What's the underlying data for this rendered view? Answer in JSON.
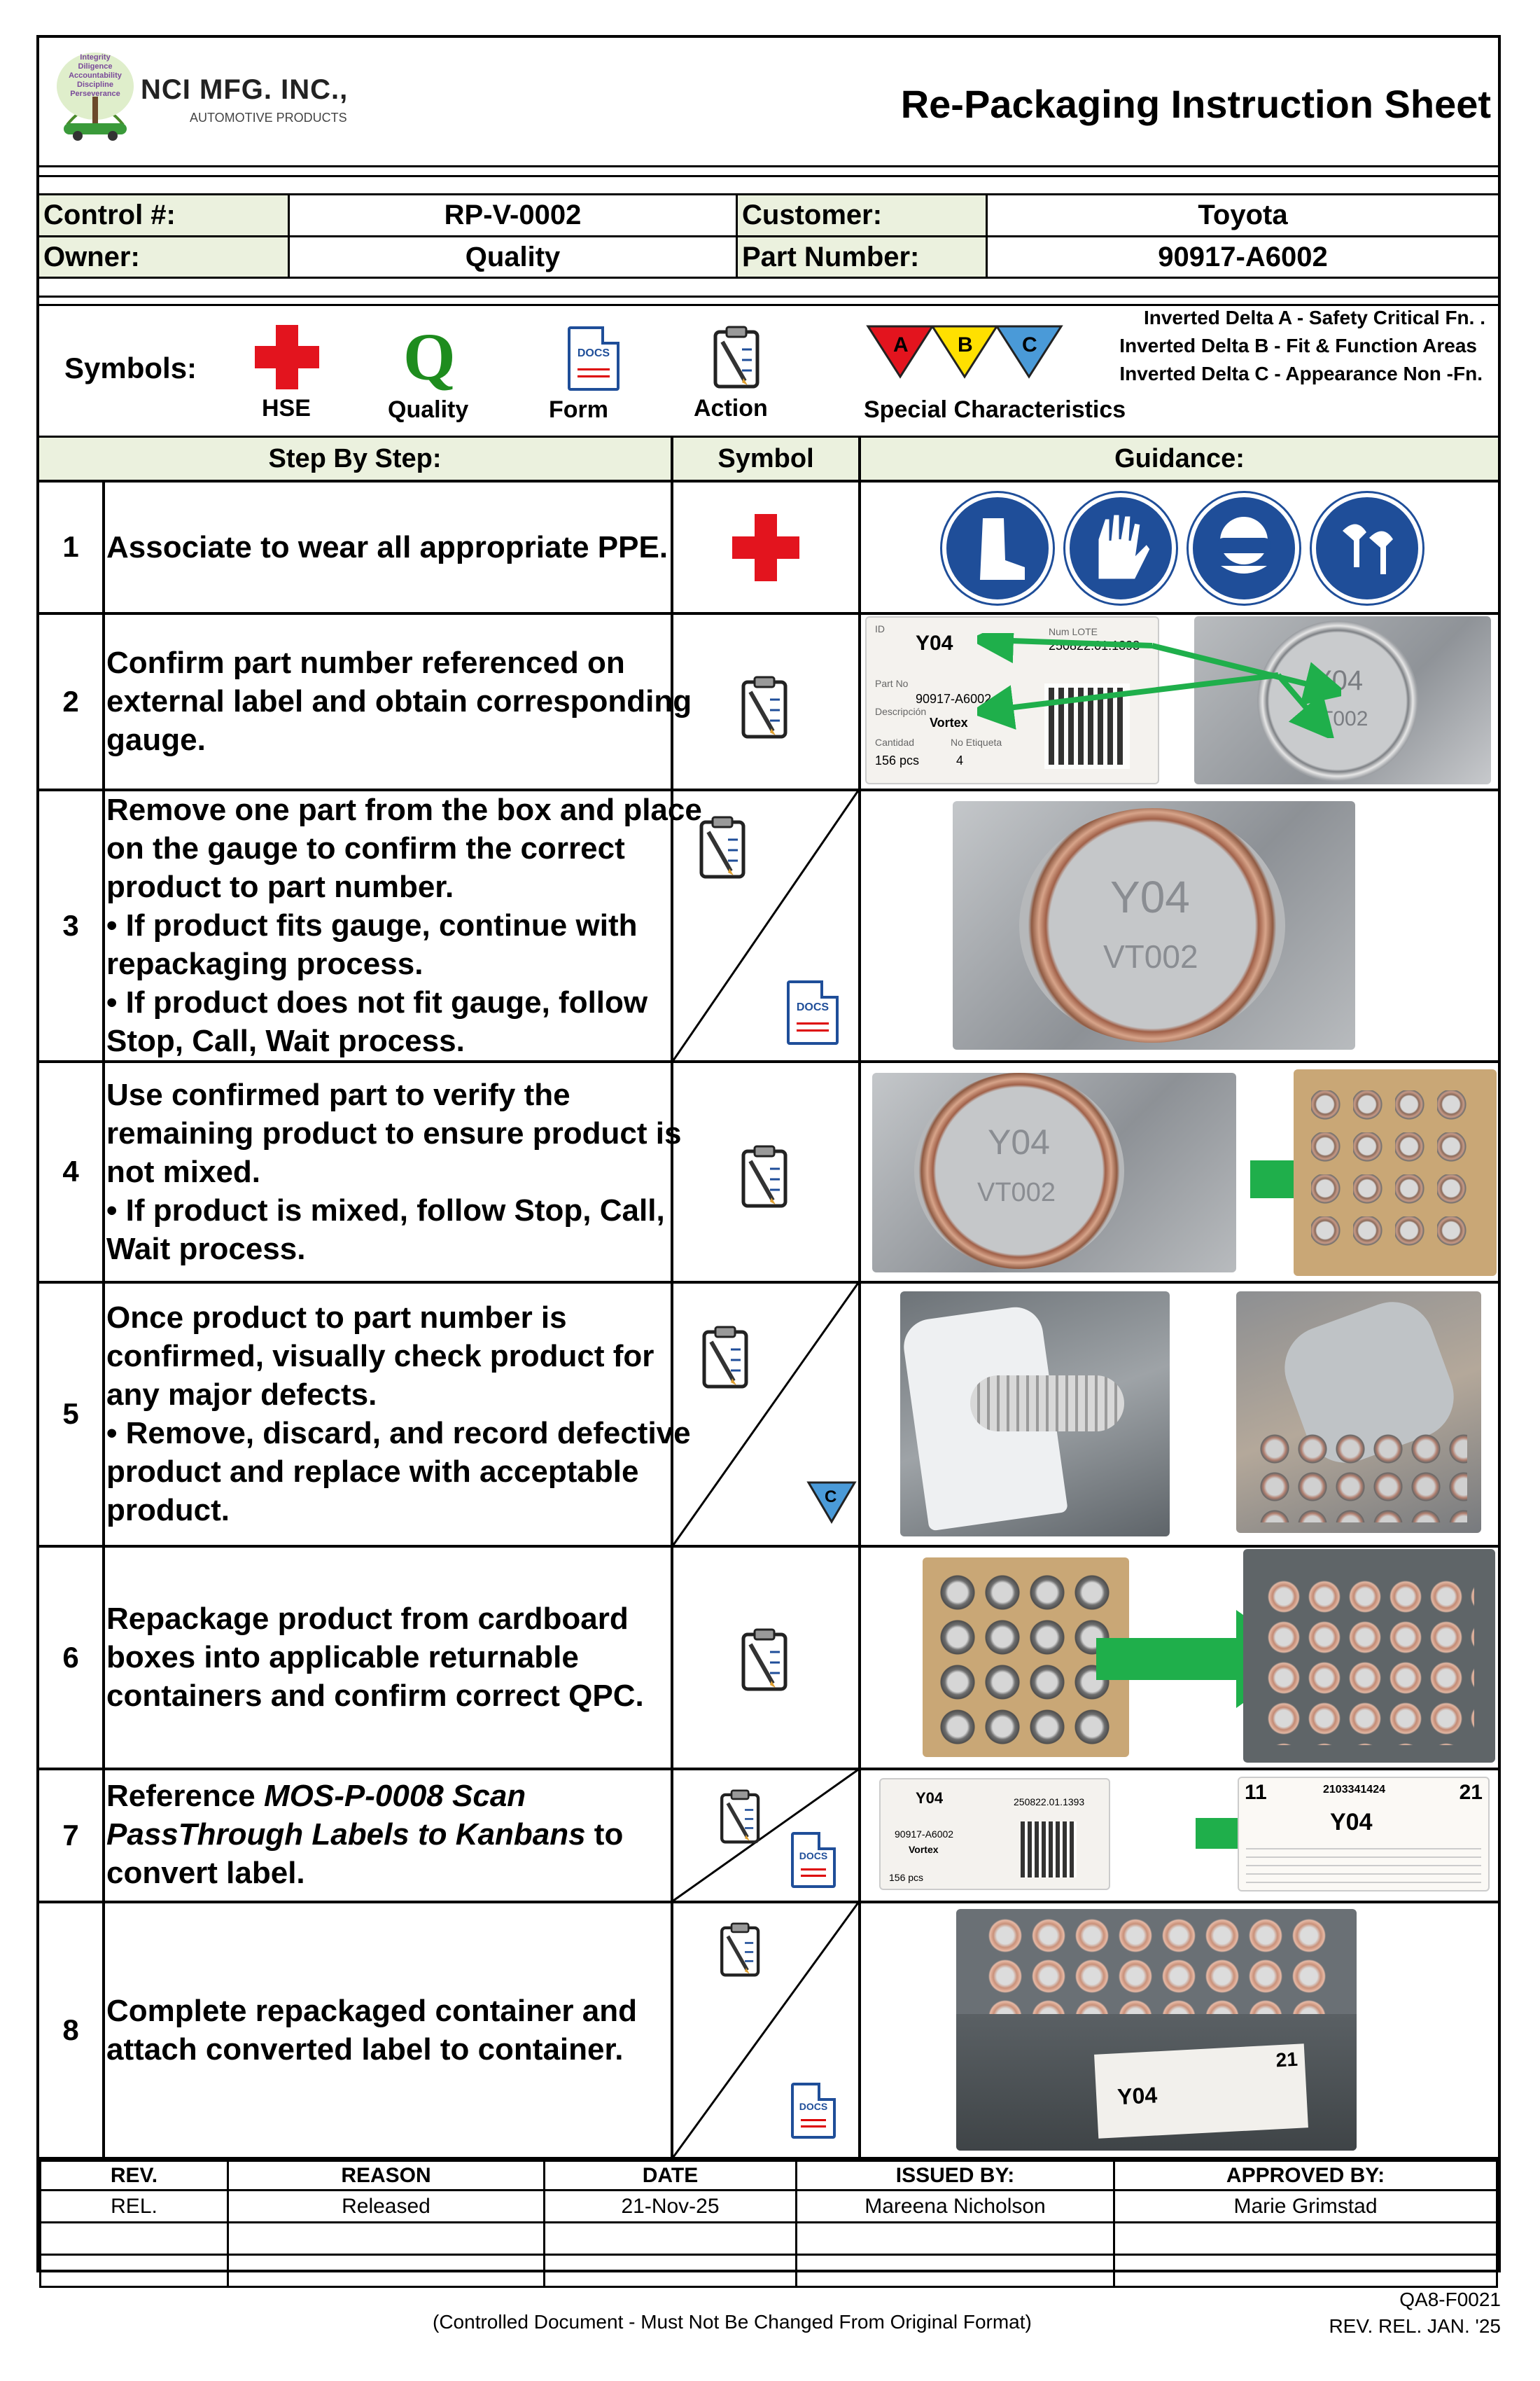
{
  "company": {
    "logo_words": [
      "Integrity",
      "Diligence",
      "Accountability",
      "Discipline",
      "Perseverance"
    ],
    "name": "NCI MFG. INC.,",
    "sub": "AUTOMOTIVE PRODUCTS"
  },
  "title": "Re-Packaging Instruction Sheet",
  "info": {
    "control_label": "Control #:",
    "control_value": "RP-V-0002",
    "customer_label": "Customer:",
    "customer_value": "Toyota",
    "owner_label": "Owner:",
    "owner_value": "Quality",
    "part_label": "Part Number:",
    "part_value": "90917-A6002"
  },
  "symbols": {
    "label": "Symbols:",
    "hse": "HSE",
    "quality": "Quality",
    "quality_glyph": "Q",
    "form": "Form",
    "action": "Action",
    "special": "Special Characteristics",
    "delta_a": "A",
    "delta_b": "B",
    "delta_c": "C",
    "delta_a_text": "Inverted Delta A - Safety Critical Fn. .",
    "delta_b_text": "Inverted Delta B - Fit & Function Areas",
    "delta_c_text": "Inverted Delta C  - Appearance Non -Fn.",
    "docs_text": "DOCS"
  },
  "columns": {
    "step": "Step By Step:",
    "symbol": "Symbol",
    "guidance": "Guidance:"
  },
  "steps": [
    {
      "num": "1",
      "text": "Associate to wear all appropriate PPE."
    },
    {
      "num": "2",
      "text": "Confirm part number referenced on external label and obtain corresponding gauge."
    },
    {
      "num": "3",
      "lines": [
        "Remove one part from the box and place on the gauge to confirm the correct product to part number.",
        "• If product fits gauge, continue with repackaging process.",
        "• If product does not fit gauge, follow Stop, Call, Wait process."
      ]
    },
    {
      "num": "4",
      "lines": [
        "Use confirmed part to verify the remaining product to ensure product is not mixed.",
        "• If product is mixed, follow Stop, Call, Wait process."
      ]
    },
    {
      "num": "5",
      "lines": [
        "Once product to part number is confirmed, visually check product for any major defects.",
        "• Remove, discard, and record defective product and replace with acceptable product."
      ]
    },
    {
      "num": "6",
      "text": "Repackage product from cardboard boxes into applicable returnable containers and confirm correct QPC."
    },
    {
      "num": "7",
      "pre": "Reference ",
      "italic": "MOS-P-0008 Scan PassThrough Labels to Kanbans",
      "post": " to convert label."
    },
    {
      "num": "8",
      "text": "Complete repackaged container and attach converted label to container."
    }
  ],
  "labels": {
    "y04": "Y04",
    "vt002": "VT002",
    "part_no_label": "Part No",
    "part_no": "90917-A6002",
    "desc_label": "Descripción",
    "desc": "Vortex",
    "qty_label": "Cantidad",
    "qty": "156 pcs",
    "tag_label": "No Etiqueta",
    "tag": "4",
    "lote_label": "Num LOTE",
    "lote": "250822.01.1393",
    "id_label": "ID",
    "kanban_num": "2103341424",
    "kanban_11": "11",
    "kanban_21": "21"
  },
  "footer_table": {
    "headers": [
      "REV.",
      "REASON",
      "DATE",
      "ISSUED BY:",
      "APPROVED BY:"
    ],
    "row": [
      "REL.",
      "Released",
      "21-Nov-25",
      "Mareena Nicholson",
      "Marie Grimstad"
    ]
  },
  "form_id": "QA8-F0021",
  "rev_rel": "REV. REL. JAN. '25",
  "controlled": "(Controlled Document - Must Not Be Changed From Original Format)",
  "colors": {
    "header_green": "#ebf1de",
    "arrow_green": "#1faf4b",
    "ppe_blue": "#1f4e99",
    "red": "#e3141e",
    "quality_green": "#1e8c1e"
  }
}
